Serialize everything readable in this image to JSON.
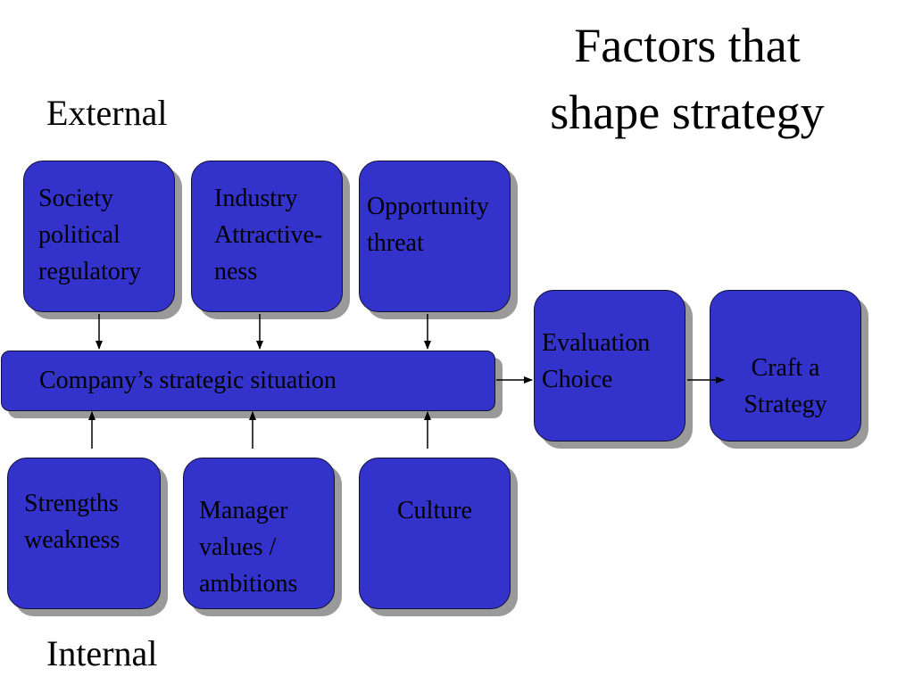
{
  "slide": {
    "title": "Factors that\nshape strategy",
    "external_label": "External",
    "internal_label": "Internal"
  },
  "external_factors": [
    "Society\npolitical\nregulatory",
    "Industry\nAttractive-\nness",
    "Opportunity\nthreat"
  ],
  "center": {
    "label": "Company’s strategic situation"
  },
  "internal_factors": [
    "Strengths\nweakness",
    "Manager\nvalues /\nambitions",
    "Culture"
  ],
  "outcomes": [
    "Evaluation\nChoice",
    "Craft a\nStrategy"
  ],
  "colors": {
    "box_fill": "#3333cc",
    "box_border": "#111133",
    "shadow": "#9a9a9a",
    "text": "#000000"
  }
}
